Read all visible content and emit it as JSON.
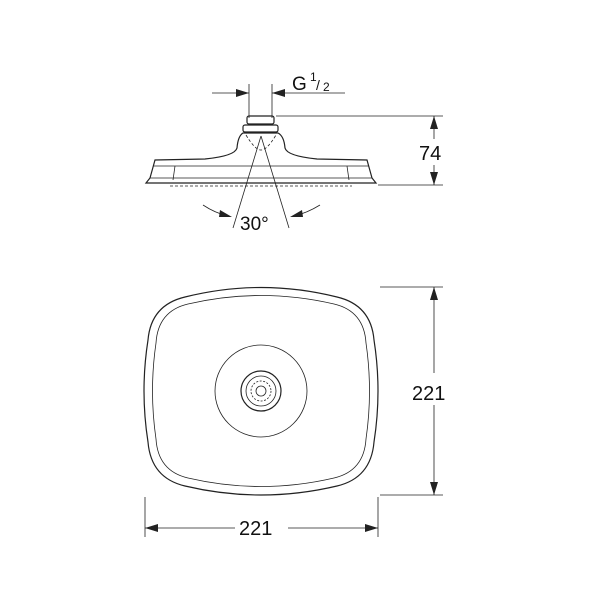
{
  "side_view": {
    "thread_label": "G",
    "thread_num": "1",
    "thread_den": "2",
    "height_label": "74",
    "angle_label": "30°"
  },
  "top_view": {
    "height_label": "221",
    "width_label": "221"
  }
}
